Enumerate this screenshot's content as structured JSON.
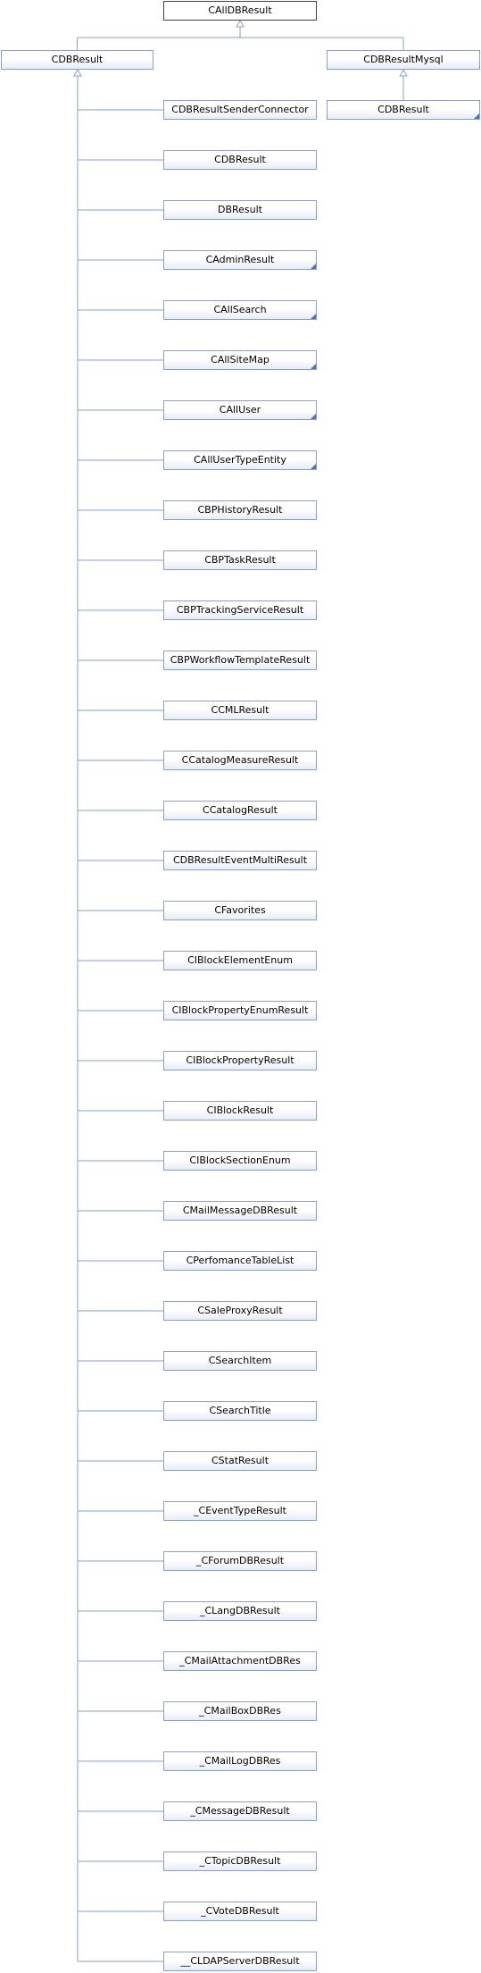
{
  "diagram": {
    "root": {
      "label": "CAllDBResult",
      "truncated": false
    },
    "base": {
      "label": "CDBResult",
      "truncated": false
    },
    "mysql": {
      "label": "CDBResultMysql",
      "truncated": false
    },
    "mysql_child": {
      "label": "CDBResult",
      "truncated": true
    },
    "children": [
      {
        "label": "CDBResultSenderConnector",
        "truncated": false
      },
      {
        "label": "CDBResult",
        "truncated": false
      },
      {
        "label": "DBResult",
        "truncated": false
      },
      {
        "label": "CAdminResult",
        "truncated": true
      },
      {
        "label": "CAllSearch",
        "truncated": true
      },
      {
        "label": "CAllSiteMap",
        "truncated": true
      },
      {
        "label": "CAllUser",
        "truncated": true
      },
      {
        "label": "CAllUserTypeEntity",
        "truncated": true
      },
      {
        "label": "CBPHistoryResult",
        "truncated": false
      },
      {
        "label": "CBPTaskResult",
        "truncated": false
      },
      {
        "label": "CBPTrackingServiceResult",
        "truncated": false
      },
      {
        "label": "CBPWorkflowTemplateResult",
        "truncated": false
      },
      {
        "label": "CCMLResult",
        "truncated": false
      },
      {
        "label": "CCatalogMeasureResult",
        "truncated": false
      },
      {
        "label": "CCatalogResult",
        "truncated": false
      },
      {
        "label": "CDBResultEventMultiResult",
        "truncated": false
      },
      {
        "label": "CFavorites",
        "truncated": false
      },
      {
        "label": "CIBlockElementEnum",
        "truncated": false
      },
      {
        "label": "CIBlockPropertyEnumResult",
        "truncated": false
      },
      {
        "label": "CIBlockPropertyResult",
        "truncated": false
      },
      {
        "label": "CIBlockResult",
        "truncated": false
      },
      {
        "label": "CIBlockSectionEnum",
        "truncated": false
      },
      {
        "label": "CMailMessageDBResult",
        "truncated": false
      },
      {
        "label": "CPerfomanceTableList",
        "truncated": false
      },
      {
        "label": "CSaleProxyResult",
        "truncated": false
      },
      {
        "label": "CSearchItem",
        "truncated": false
      },
      {
        "label": "CSearchTitle",
        "truncated": false
      },
      {
        "label": "CStatResult",
        "truncated": false
      },
      {
        "label": "_CEventTypeResult",
        "truncated": false
      },
      {
        "label": "_CForumDBResult",
        "truncated": false
      },
      {
        "label": "_CLangDBResult",
        "truncated": false
      },
      {
        "label": "_CMailAttachmentDBRes",
        "truncated": false
      },
      {
        "label": "_CMailBoxDBRes",
        "truncated": false
      },
      {
        "label": "_CMailLogDBRes",
        "truncated": false
      },
      {
        "label": "_CMessageDBResult",
        "truncated": false
      },
      {
        "label": "_CTopicDBResult",
        "truncated": false
      },
      {
        "label": "_CVoteDBResult",
        "truncated": false
      },
      {
        "label": "__CLDAPServerDBResult",
        "truncated": false
      }
    ]
  },
  "colors": {
    "edge": "#8aa0cc",
    "border": "#8aa0cc",
    "root_border": "#404040",
    "fold": "#5373b4"
  }
}
